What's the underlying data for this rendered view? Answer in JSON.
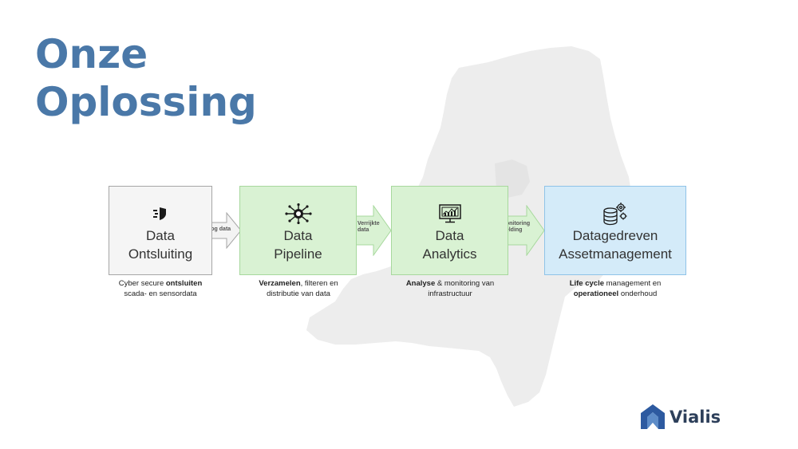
{
  "title_line1": "Onze",
  "title_line2": "Oplossing",
  "steps": [
    {
      "line1": "Data",
      "line2": "Ontsluiting",
      "icon": "shield-icon",
      "caption": {
        "pre": "Cyber secure ",
        "bold": "ontsluiten",
        "post": "",
        "line2": "scada- en sensordata"
      }
    },
    {
      "line1": "Data",
      "line2": "Pipeline",
      "icon": "network-hub-icon",
      "caption": {
        "bold": "Verzamelen",
        "post": ", filteren en",
        "line2": "distributie van  data"
      }
    },
    {
      "line1": "Data",
      "line2": "Analytics",
      "icon": "monitor-chart-icon",
      "caption": {
        "bold": "Analyse",
        "post": " & monitoring van",
        "line2": "infrastructuur"
      }
    },
    {
      "line1": "Datagedreven",
      "line2": "Assetmanagement",
      "icon": "database-gear-icon",
      "caption": {
        "bold": "Life cycle",
        "post": " management  en",
        "line2_bold": "operationeel",
        "line2_post": " onderhoud"
      }
    }
  ],
  "arrows": [
    {
      "line1": "Log data",
      "line2": ""
    },
    {
      "line1": "Verrijkte",
      "line2": "data"
    },
    {
      "line1": "Monitoring",
      "line2": "Melding"
    }
  ],
  "logo": {
    "text": "Vialis"
  },
  "colors": {
    "title": "#4a78a8",
    "green_fill": "#d9f2d3",
    "blue_fill": "#d4ebf9",
    "grey_fill": "#f5f5f5",
    "map": "#ececec"
  }
}
